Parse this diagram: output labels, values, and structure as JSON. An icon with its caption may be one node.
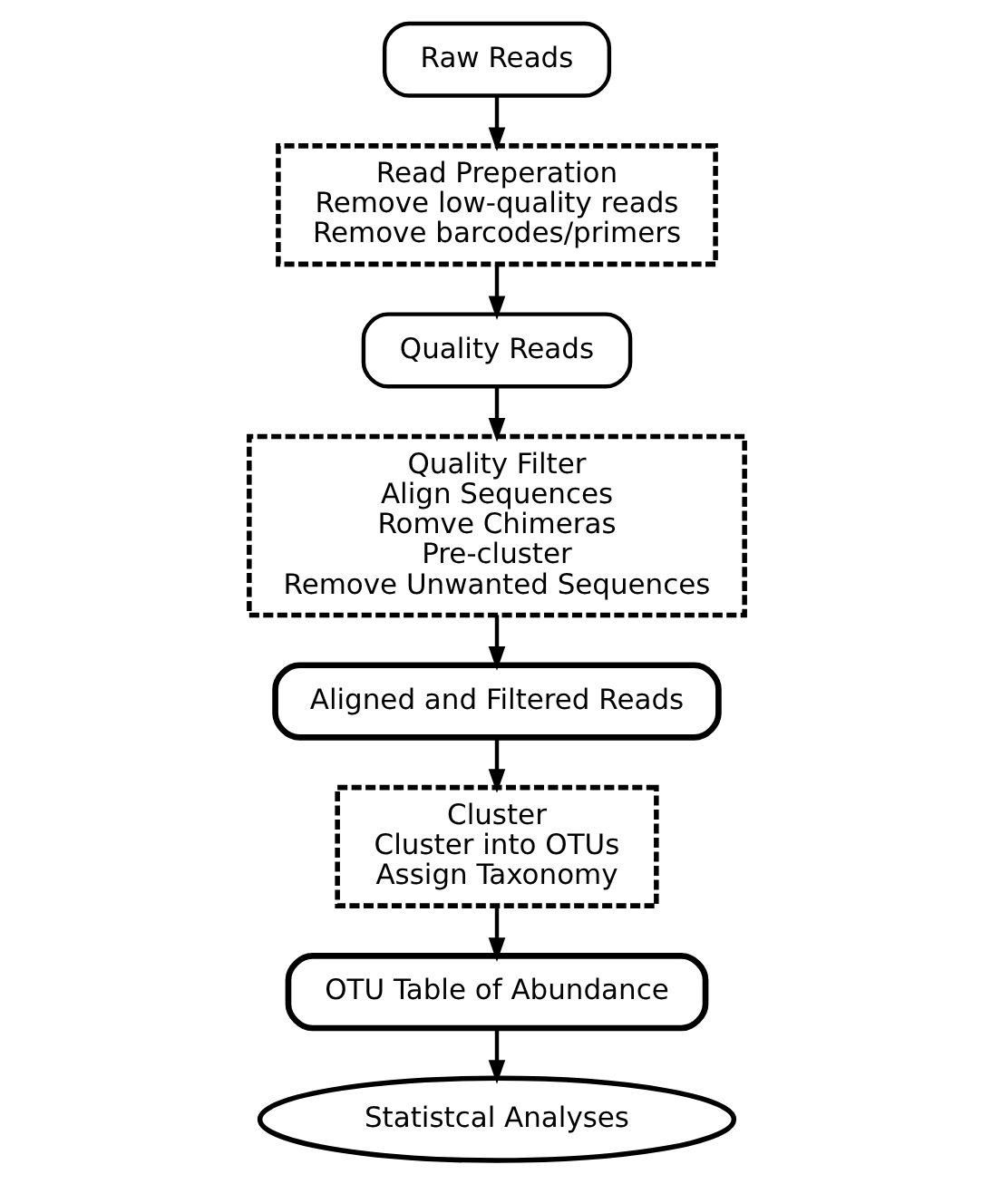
{
  "diagram": {
    "nodes": [
      {
        "text": [
          "Raw Reads"
        ]
      },
      {
        "text": [
          "Read Preperation",
          "Remove low-quality reads",
          "Remove barcodes/primers"
        ]
      },
      {
        "text": [
          "Quality Reads"
        ]
      },
      {
        "text": [
          "Quality Filter",
          "Align Sequences",
          "Romve Chimeras",
          "Pre-cluster",
          "Remove Unwanted Sequences"
        ]
      },
      {
        "text": [
          "Aligned and Filtered Reads"
        ]
      },
      {
        "text": [
          "Cluster",
          "Cluster into OTUs",
          "Assign Taxonomy"
        ]
      },
      {
        "text": [
          "OTU Table of Abundance"
        ]
      },
      {
        "text": [
          "Statistcal Analyses"
        ]
      }
    ],
    "edges": [
      {
        "from": 0,
        "to": 1,
        "arrow": "to"
      },
      {
        "from": 1,
        "to": 2,
        "arrow": "to"
      },
      {
        "from": 2,
        "to": 3,
        "arrow": "to"
      },
      {
        "from": 3,
        "to": 4,
        "arrow": "to"
      },
      {
        "from": 4,
        "to": 5,
        "arrow": "to"
      },
      {
        "from": 5,
        "to": 6,
        "arrow": "to"
      },
      {
        "from": 6,
        "to": 7,
        "arrow": "to"
      }
    ]
  }
}
